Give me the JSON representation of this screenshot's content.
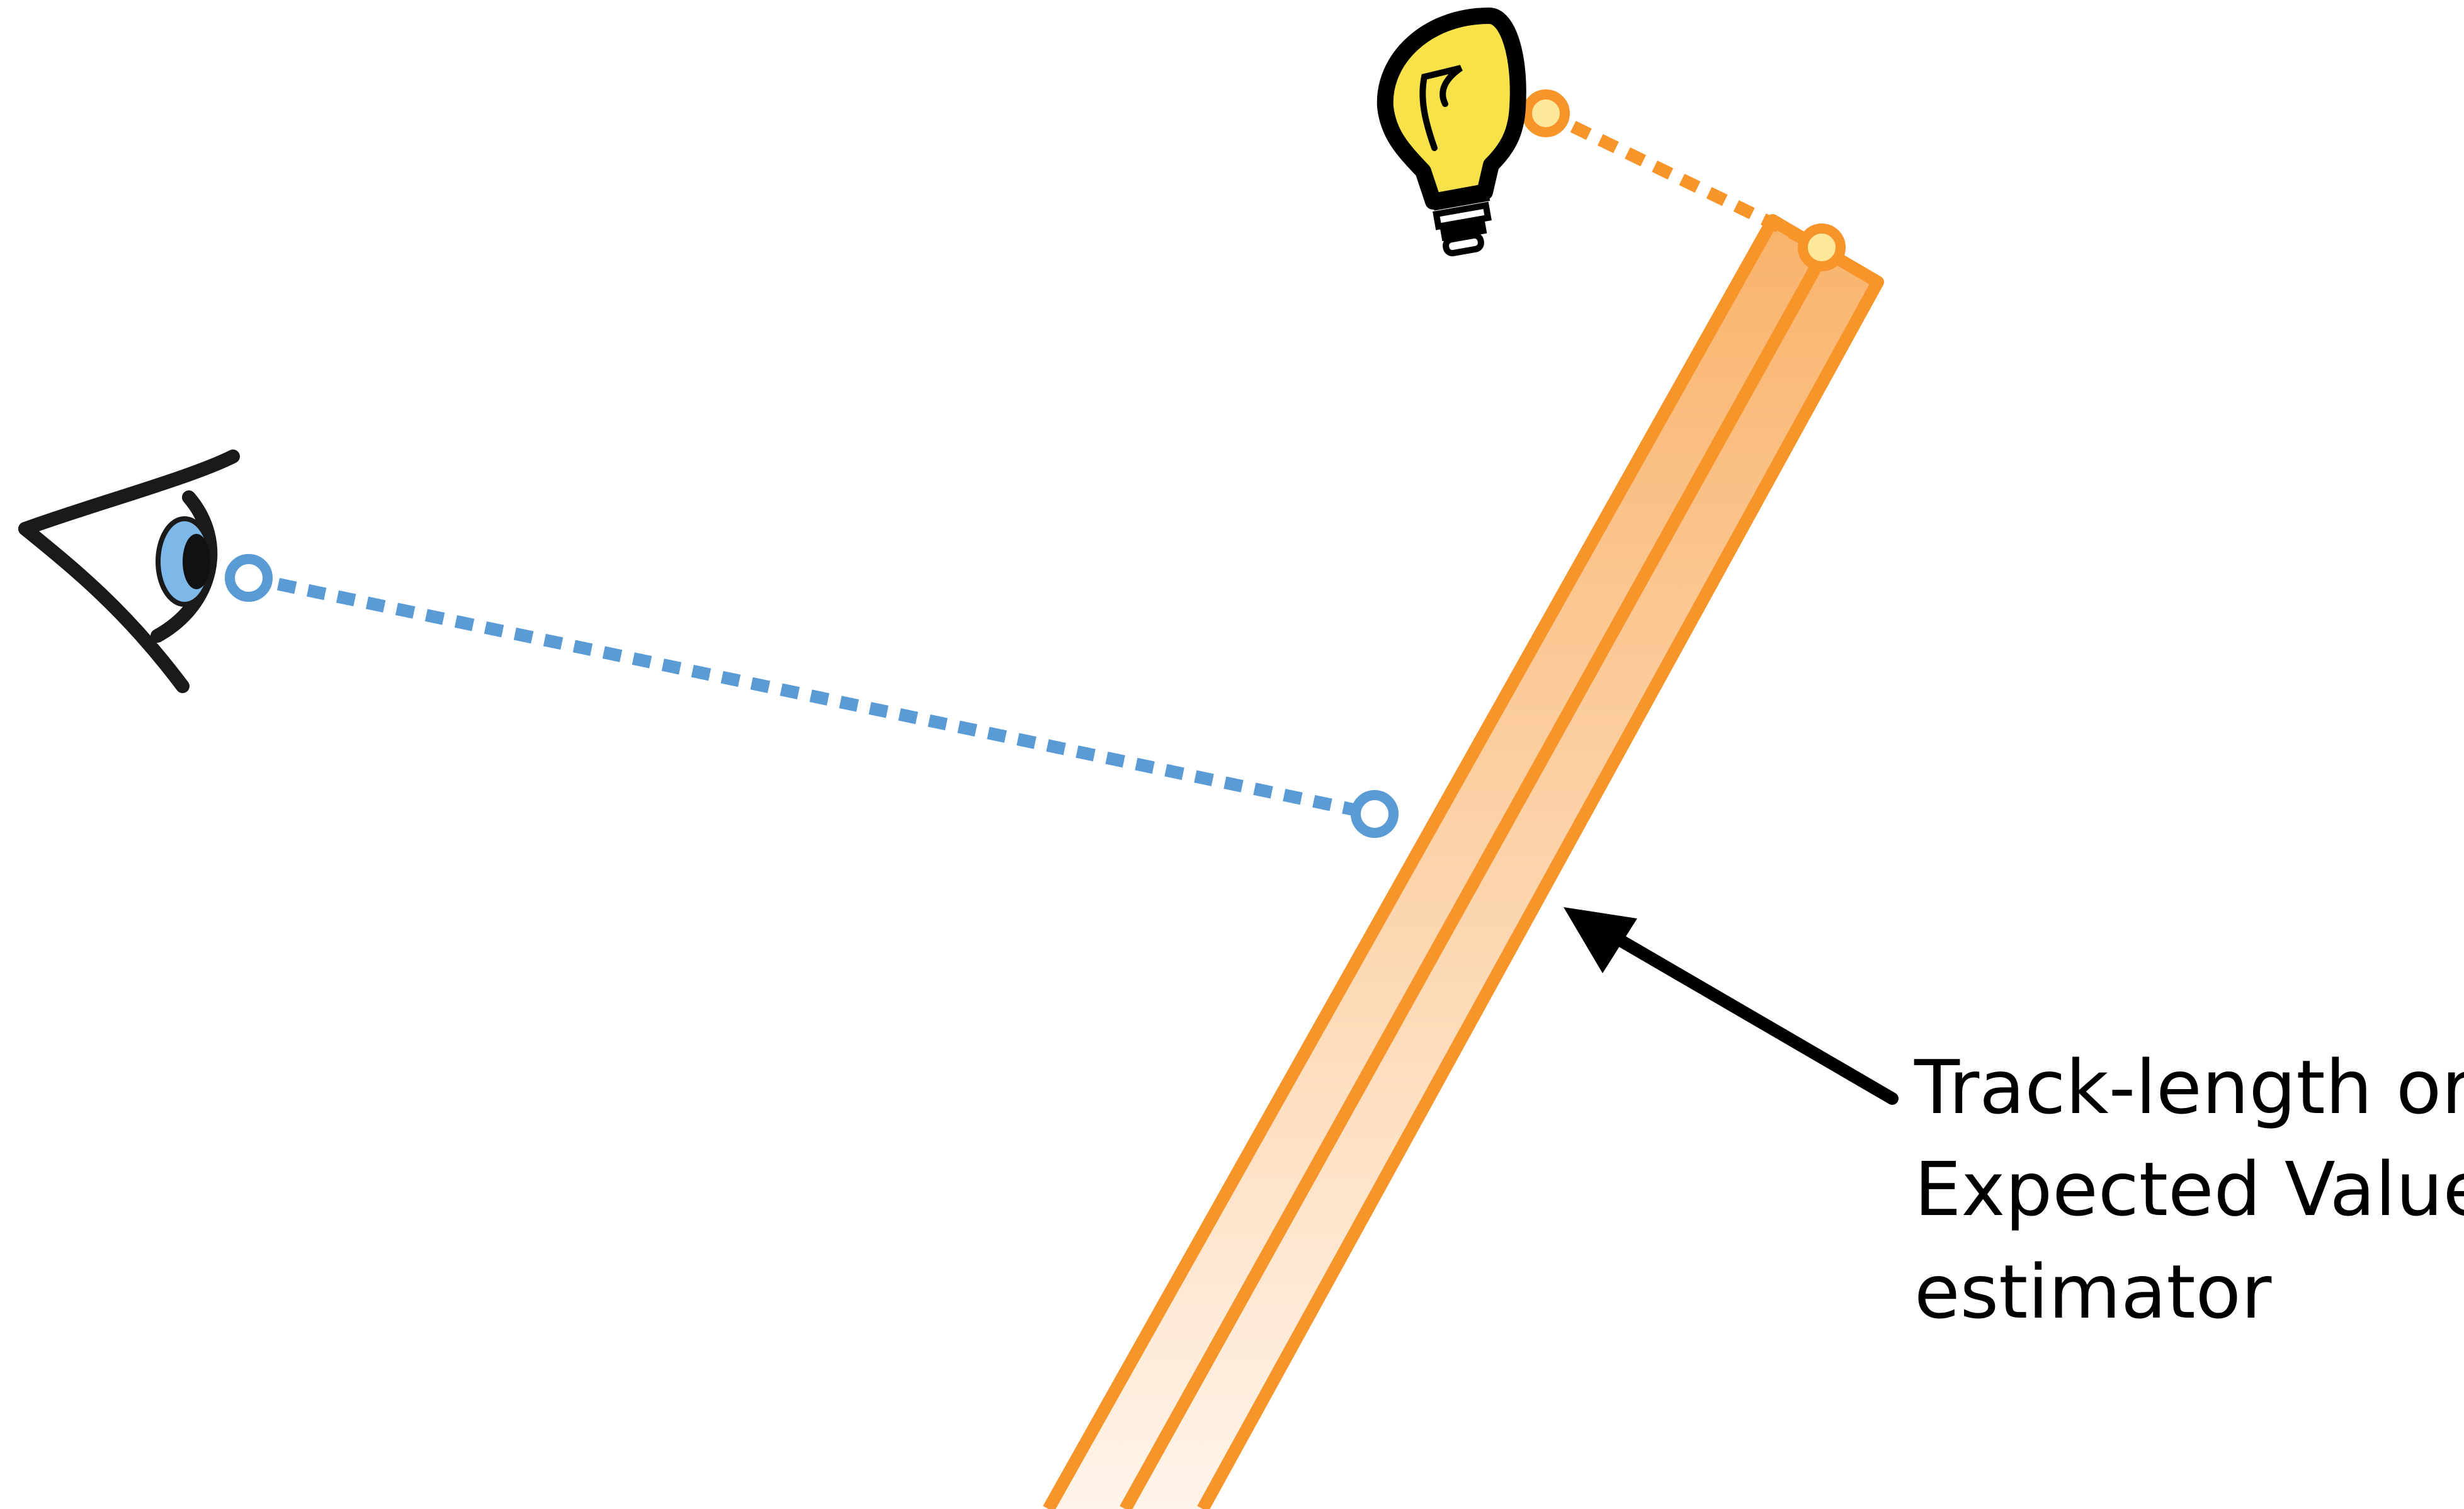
{
  "annotation": {
    "lines": [
      "Track-length or",
      "Expected Value",
      "estimator"
    ]
  },
  "icons": {
    "eye": "eye-icon",
    "light": "lightbulb-icon"
  },
  "colors": {
    "camera_ray": "#5b9bd5",
    "light_ray": "#f7952a",
    "beam_fill_top": "#f9b36b",
    "beam_fill_bottom": "#fff4ea",
    "bulb": "#f7e24a",
    "arrow": "#000000",
    "background": "#ffffff"
  }
}
